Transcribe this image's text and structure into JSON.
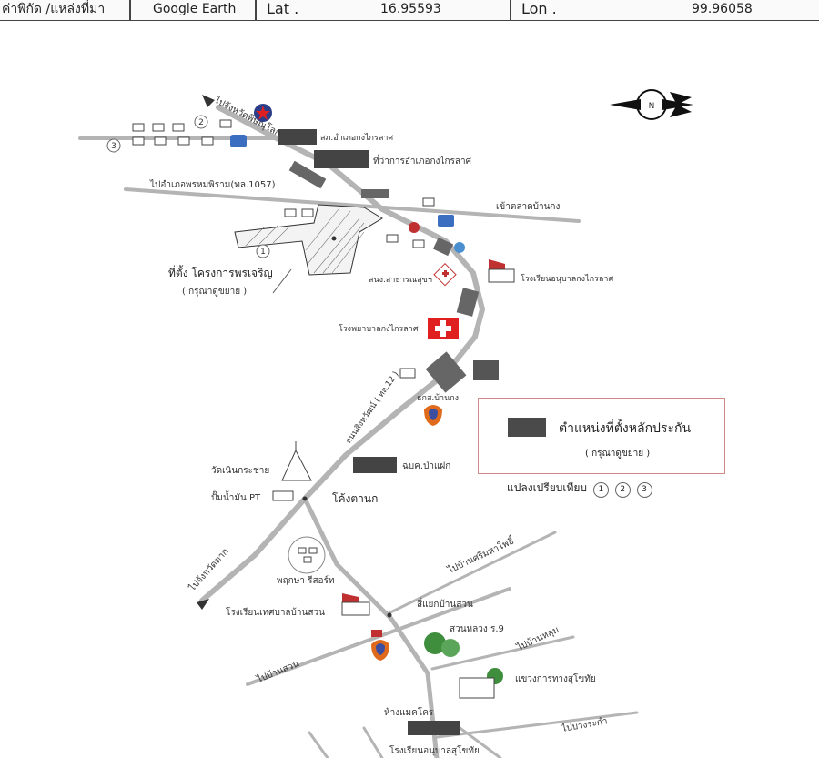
{
  "header": {
    "coord_label": "ค่าพิกัด /แหล่งที่มา",
    "source": "Google Earth",
    "lat_label": "Lat .",
    "lat_value": "16.95593",
    "lon_label": "Lon .",
    "lon_value": "99.96058"
  },
  "compass": {
    "letter": "N"
  },
  "labels": {
    "to_phitsanulok": "ไปจังหวัดพิษณุโลก",
    "district_office_short": "สภ.อำเภอกงไกรลาศ",
    "district_office": "ที่ว่าการอำเภอกงไกรลาศ",
    "to_phrom_phiram": "ไปอำเภอพรหมพิราม(ทล.1057)",
    "to_ban_kong_market": "เข้าตลาดบ้านกง",
    "project_site": "ที่ตั้ง โครงการพรเจริญ",
    "enlarged": "( กรุณาดูขยาย )",
    "health_station": "สนง.สาธารณสุขฯ",
    "kindergarten": "โรงเรียนอนุบาลกงไกรลาศ",
    "hospital": "โรงพยาบาลกงไกรลาศ",
    "road_name": "ถนนสิงหวัฒน์ ( ทล.12 )",
    "bank": "ธกส.บ้านกง",
    "wat": "วัดเนินกระชาย",
    "school_pa_faek": "ฉบค.ป่าแฝก",
    "gas_station": "ปั๊มน้ำมัน PT",
    "khong_tanak": "โค้งตานก",
    "to_ban_sri": "ไปบ้านศรีมหาโพธิ์",
    "resort": "พฤกษา รีสอร์ท",
    "to_tak": "ไปจังหวัดตาก",
    "school_ban_suan": "โรงเรียนเทศบาลบ้านสวน",
    "intersection": "สี่แยกบ้านสวน",
    "park": "สวนหลวง ร.9",
    "to_ban_lum": "ไปบ้านหลุม",
    "to_ban_suan": "ไปบ้านสวน",
    "highway_dept": "แขวงการทางสุโขทัย",
    "makro": "ห้างแมคโคร",
    "to_bang_krachao": "ไปบางระกำ",
    "school_sukhothai": "โรงเรียนอนุบาลสุโขทัย"
  },
  "plot_numbers": [
    "1",
    "2",
    "3"
  ],
  "legend": {
    "title": "ตำแหน่งที่ตั้งหลักประกัน",
    "subtitle": "( กรุณาดูขยาย )",
    "plot_compare": "แปลงเปรียบเทียบ"
  },
  "colors": {
    "road": "#b4b4b4",
    "building": "#444444",
    "hospital": "#e02020",
    "legend_border": "#d08a8a"
  }
}
